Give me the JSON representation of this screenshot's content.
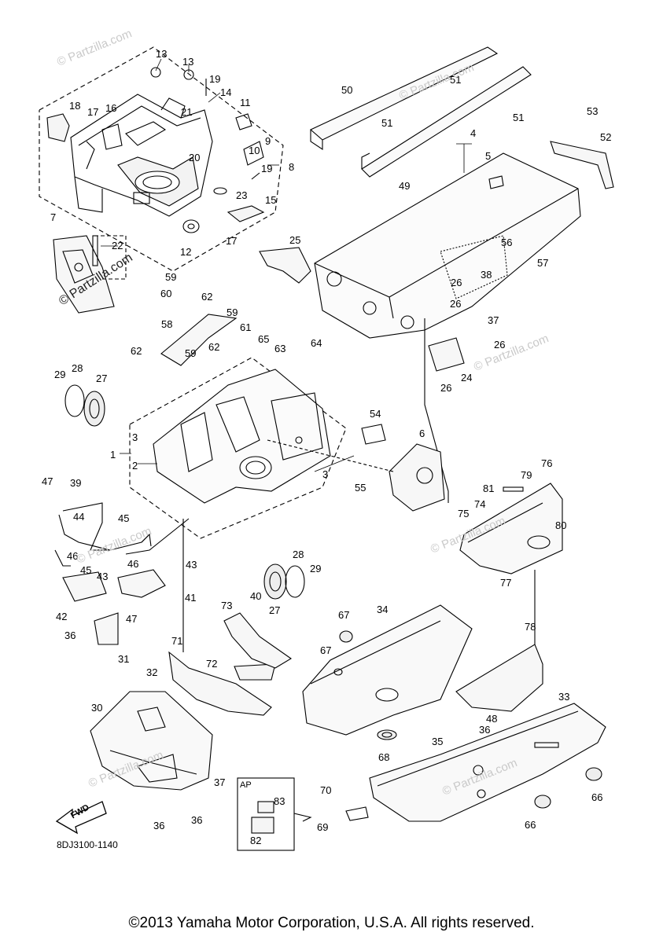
{
  "callouts": [
    "1",
    "2",
    "3",
    "3",
    "4",
    "5",
    "6",
    "7",
    "8",
    "9",
    "10",
    "11",
    "12",
    "13",
    "13",
    "14",
    "15",
    "16",
    "17",
    "17",
    "18",
    "19",
    "19",
    "20",
    "21",
    "22",
    "23",
    "24",
    "25",
    "26",
    "26",
    "26",
    "26",
    "27",
    "27",
    "28",
    "28",
    "29",
    "29",
    "30",
    "31",
    "32",
    "33",
    "34",
    "35",
    "36",
    "36",
    "36",
    "36",
    "37",
    "37",
    "38",
    "39",
    "40",
    "41",
    "42",
    "43",
    "43",
    "44",
    "45",
    "45",
    "46",
    "46",
    "47",
    "47",
    "48",
    "49",
    "50",
    "51",
    "51",
    "51",
    "52",
    "53",
    "54",
    "55",
    "56",
    "57",
    "58",
    "59",
    "59",
    "59",
    "60",
    "61",
    "62",
    "62",
    "62",
    "63",
    "64",
    "65",
    "66",
    "66",
    "67",
    "67",
    "68",
    "69",
    "70",
    "71",
    "72",
    "73",
    "74",
    "75",
    "76",
    "77",
    "78",
    "79",
    "80",
    "81",
    "82",
    "83"
  ],
  "watermark": "© Partzilla.com",
  "watermark_bold": "© Partzilla.com",
  "inset_label": "AP",
  "fwd_label": "FWD",
  "diagram_code": "8DJ3100-1140",
  "copyright": "©2013 Yamaha Motor Corporation, U.S.A. All rights reserved."
}
